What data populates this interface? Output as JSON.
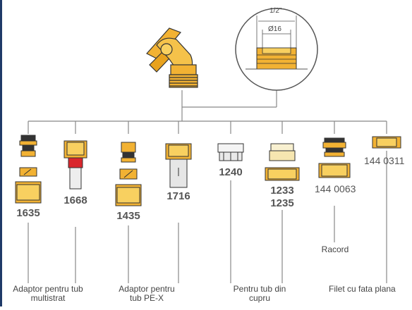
{
  "detail": {
    "dim_outer": "1/2\"",
    "dim_inner": "Ø16"
  },
  "fittings": [
    {
      "code": "1635",
      "code2": ""
    },
    {
      "code": "1668",
      "code2": ""
    },
    {
      "code": "1435",
      "code2": ""
    },
    {
      "code": "1716",
      "code2": ""
    },
    {
      "code": "1240",
      "code2": ""
    },
    {
      "code": "1233",
      "code2": "1235"
    },
    {
      "code": "144 0063",
      "code2": ""
    },
    {
      "code": "144 0311",
      "code2": ""
    }
  ],
  "descriptions": {
    "multistrat": [
      "Adaptor pentru tub",
      "multistrat"
    ],
    "pex": [
      "Adaptor pentru",
      "tub PE-X"
    ],
    "cupru": [
      "Pentru tub din",
      "cupru"
    ],
    "racord": "Racord",
    "filet": "Filet cu fata plana"
  },
  "colors": {
    "brass": "#f2b233",
    "brass_dark": "#c98a12",
    "line": "#888888",
    "left_bar": "#1f3a68"
  }
}
